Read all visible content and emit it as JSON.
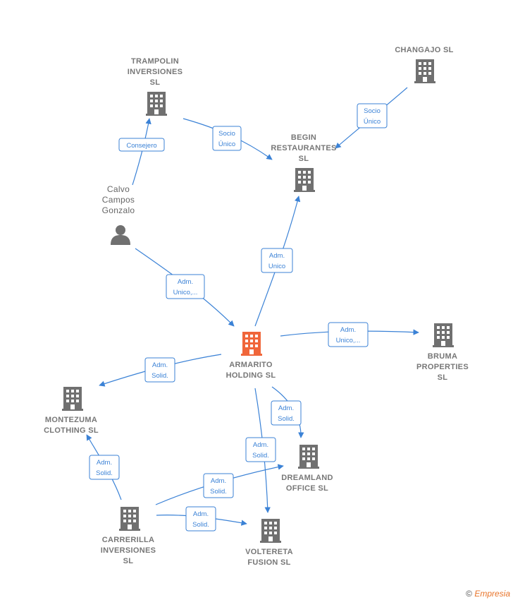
{
  "colors": {
    "edge": "#3b82d6",
    "company": "#707070",
    "focus": "#f0663a",
    "label": "#777777"
  },
  "nodes": [
    {
      "id": "trampolin",
      "type": "company",
      "label": [
        "TRAMPOLIN",
        "INVERSIONES",
        "SL"
      ]
    },
    {
      "id": "changajo",
      "type": "company",
      "label": [
        "CHANGAJO  SL"
      ]
    },
    {
      "id": "begin",
      "type": "company",
      "label": [
        "BEGIN",
        "RESTAURANTES",
        "SL"
      ]
    },
    {
      "id": "calvo",
      "type": "person",
      "label": [
        "Calvo",
        "Campos",
        "Gonzalo"
      ]
    },
    {
      "id": "armarito",
      "type": "focus",
      "label": [
        "ARMARITO",
        "HOLDING  SL"
      ]
    },
    {
      "id": "bruma",
      "type": "company",
      "label": [
        "BRUMA",
        "PROPERTIES",
        "SL"
      ]
    },
    {
      "id": "montezuma",
      "type": "company",
      "label": [
        "MONTEZUMA",
        "CLOTHING  SL"
      ]
    },
    {
      "id": "dreamland",
      "type": "company",
      "label": [
        "DREAMLAND",
        "OFFICE  SL"
      ]
    },
    {
      "id": "carrerilla",
      "type": "company",
      "label": [
        "CARRERILLA",
        "INVERSIONES",
        "SL"
      ]
    },
    {
      "id": "voltereta",
      "type": "company",
      "label": [
        "VOLTERETA",
        "FUSION  SL"
      ]
    }
  ],
  "edges": [
    {
      "id": "calvo-trampolin",
      "label": [
        "Consejero"
      ]
    },
    {
      "id": "trampolin-begin",
      "label": [
        "Socio",
        "Único"
      ]
    },
    {
      "id": "changajo-begin",
      "label": [
        "Socio",
        "Único"
      ]
    },
    {
      "id": "armarito-begin",
      "label": [
        "Adm.",
        "Unico"
      ]
    },
    {
      "id": "calvo-armarito",
      "label": [
        "Adm.",
        "Unico,..."
      ]
    },
    {
      "id": "armarito-bruma",
      "label": [
        "Adm.",
        "Unico,..."
      ]
    },
    {
      "id": "armarito-montezuma",
      "label": [
        "Adm.",
        "Solid."
      ]
    },
    {
      "id": "armarito-dreamland",
      "label": [
        "Adm.",
        "Solid."
      ]
    },
    {
      "id": "armarito-voltereta",
      "label": [
        "Adm.",
        "Solid."
      ]
    },
    {
      "id": "carrerilla-montezuma",
      "label": [
        "Adm.",
        "Solid."
      ]
    },
    {
      "id": "carrerilla-dreamland",
      "label": [
        "Adm.",
        "Solid."
      ]
    },
    {
      "id": "carrerilla-voltereta",
      "label": [
        "Adm.",
        "Solid."
      ]
    }
  ],
  "footer": {
    "copyright": "©",
    "brand": "Empresia"
  }
}
